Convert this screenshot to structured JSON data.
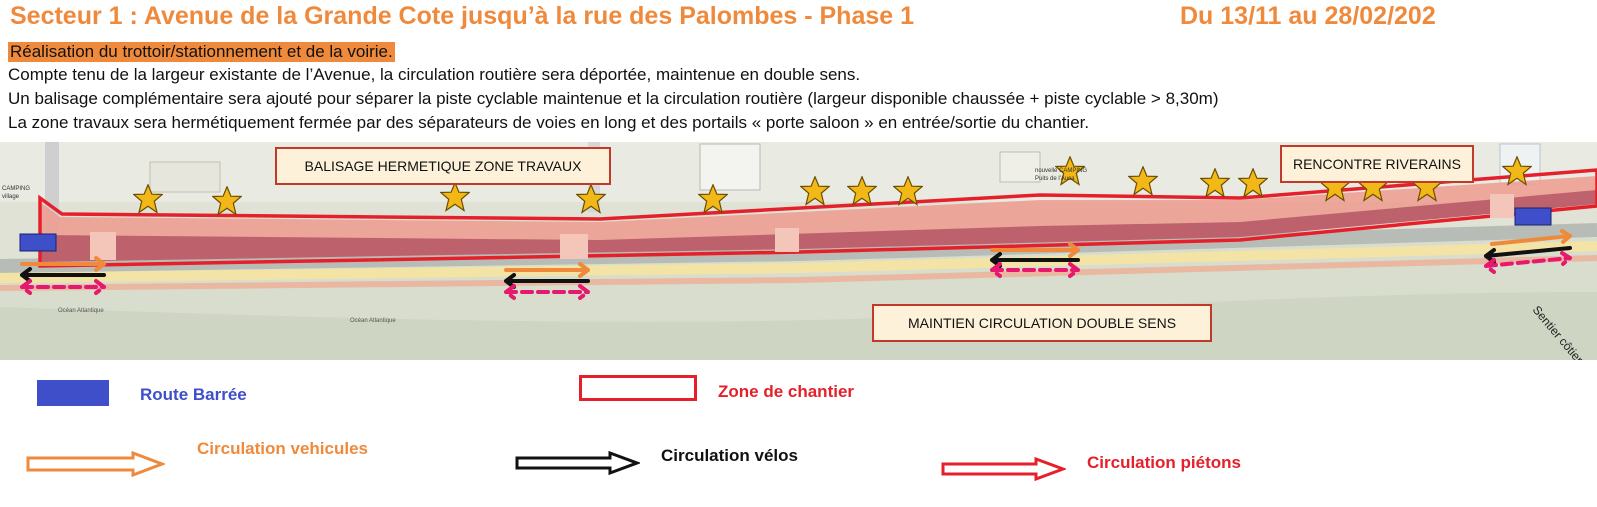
{
  "header": {
    "title": "Secteur 1 : Avenue de la Grande Cote jusqu’à la rue des Palombes - Phase 1",
    "dates": "Du 13/11 au 28/02/202"
  },
  "description": {
    "subtitle": "Réalisation du trottoir/stationnement et de la voirie.",
    "lines": [
      "Compte tenu de la largeur existante de l’Avenue, la circulation routière sera déportée, maintenue en double sens.",
      "Un balisage complémentaire sera ajouté pour séparer la piste cyclable maintenue et la circulation routière (largeur disponible chaussée + piste cyclable > 8,30m)",
      "La zone travaux sera hermétiquement fermée par des séparateurs de voies en long et des portails « porte saloon » en entrée/sortie du chantier."
    ]
  },
  "map": {
    "callouts": {
      "balisage": "BALISAGE HERMETIQUE ZONE TRAVAUX",
      "riverains": "RENCONTRE RIVERAINS",
      "maintien": "MAINTIEN CIRCULATION DOUBLE SENS"
    },
    "place_labels": {
      "camping_left": "CAMPING",
      "camping_left_sub": "village",
      "ocean_1": "Océan Atlantique",
      "ocean_2": "Océan Atlantique",
      "camping_mid": "nouvelle CAMPING",
      "camping_mid_sub": "Puits de l'Auca",
      "sentier": "Sentier côtier"
    }
  },
  "legend": {
    "route_barree": "Route Barrée",
    "zone_chantier": "Zone de chantier",
    "circ_vehicules": "Circulation vehicules",
    "circ_velos": "Circulation vélos",
    "circ_pietons": "Circulation piétons"
  },
  "colors": {
    "orange": "#ef8a3c",
    "red": "#e5202b",
    "pink": "#e6196f",
    "blue": "#3e4fc9",
    "star": "#f2b817"
  }
}
